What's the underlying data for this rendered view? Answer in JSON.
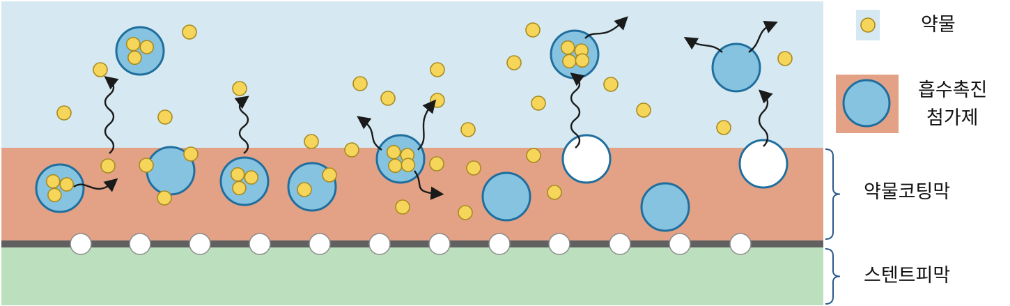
{
  "colors": {
    "release_medium": "#d6e8f1",
    "coating_layer": "#e3a286",
    "stent_layer": "#bcdfbd",
    "strut_line": "#606060",
    "drug": "#f5d55a",
    "drug_stroke": "#a88a1e",
    "enhancer": "#86c3e0",
    "enhancer_stroke": "#1f6e9e",
    "void": "#ffffff",
    "arrow": "#1a1a1a",
    "bracket": "#2b5a8c"
  },
  "legend": {
    "drug_label": "약물",
    "enhancer_label_line1": "흡수촉진",
    "enhancer_label_line2": "첨가제"
  },
  "layers": {
    "coating_label": "약물코팅막",
    "stent_label": "스텐트피막"
  },
  "icons": {
    "drug": "yellow-circle-icon",
    "enhancer": "blue-circle-icon",
    "release_arrow": "wavy-arrow-icon"
  }
}
